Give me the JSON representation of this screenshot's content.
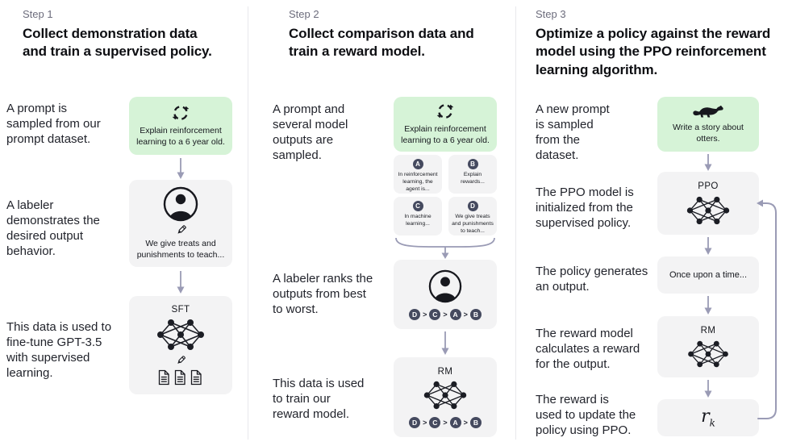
{
  "ui": {
    "gt": ">"
  },
  "colors": {
    "prompt_green": "#d6f3d7",
    "box_gray": "#f3f3f4",
    "badge_navy": "#454a5f",
    "arrow_gray": "#9a9bb5"
  },
  "steps": [
    {
      "label": "Step 1",
      "title": "Collect demonstration data and train a supervised policy.",
      "annotations": [
        "A prompt is sampled from our prompt dataset.",
        "A labeler demonstrates the desired output behavior.",
        "This data is used to fine-tune GPT-3.5 with supervised learning."
      ],
      "prompt_text": "Explain reinforcement learning to a 6 year old.",
      "labeler_text": "We give treats and punishments to teach...",
      "sft_label": "SFT"
    },
    {
      "label": "Step 2",
      "title": "Collect comparison data and train a reward model.",
      "annotations": [
        "A prompt and several model outputs are sampled.",
        "A labeler ranks the outputs from best to worst.",
        "This data is used to train our reward model."
      ],
      "prompt_text": "Explain reinforcement learning to a 6 year old.",
      "outputs": [
        {
          "id": "A",
          "text": "In reinforcement learning, the agent is..."
        },
        {
          "id": "B",
          "text": "Explain rewards..."
        },
        {
          "id": "C",
          "text": "In machine learning..."
        },
        {
          "id": "D",
          "text": "We give treats and punishments to teach..."
        }
      ],
      "ranking": [
        "D",
        "C",
        "A",
        "B"
      ],
      "rm_label": "RM"
    },
    {
      "label": "Step 3",
      "title": "Optimize a policy against the reward model using the PPO reinforcement learning algorithm.",
      "annotations": [
        "A new prompt is sampled from the dataset.",
        "The PPO model is initialized from the supervised policy.",
        "The policy generates an output.",
        "The reward model calculates a reward for the output.",
        "The reward is used to update the policy using PPO."
      ],
      "prompt_text": "Write a story about otters.",
      "ppo_label": "PPO",
      "output_text": "Once upon a time...",
      "rm_label": "RM",
      "reward": {
        "base": "r",
        "sub": "k"
      }
    }
  ]
}
